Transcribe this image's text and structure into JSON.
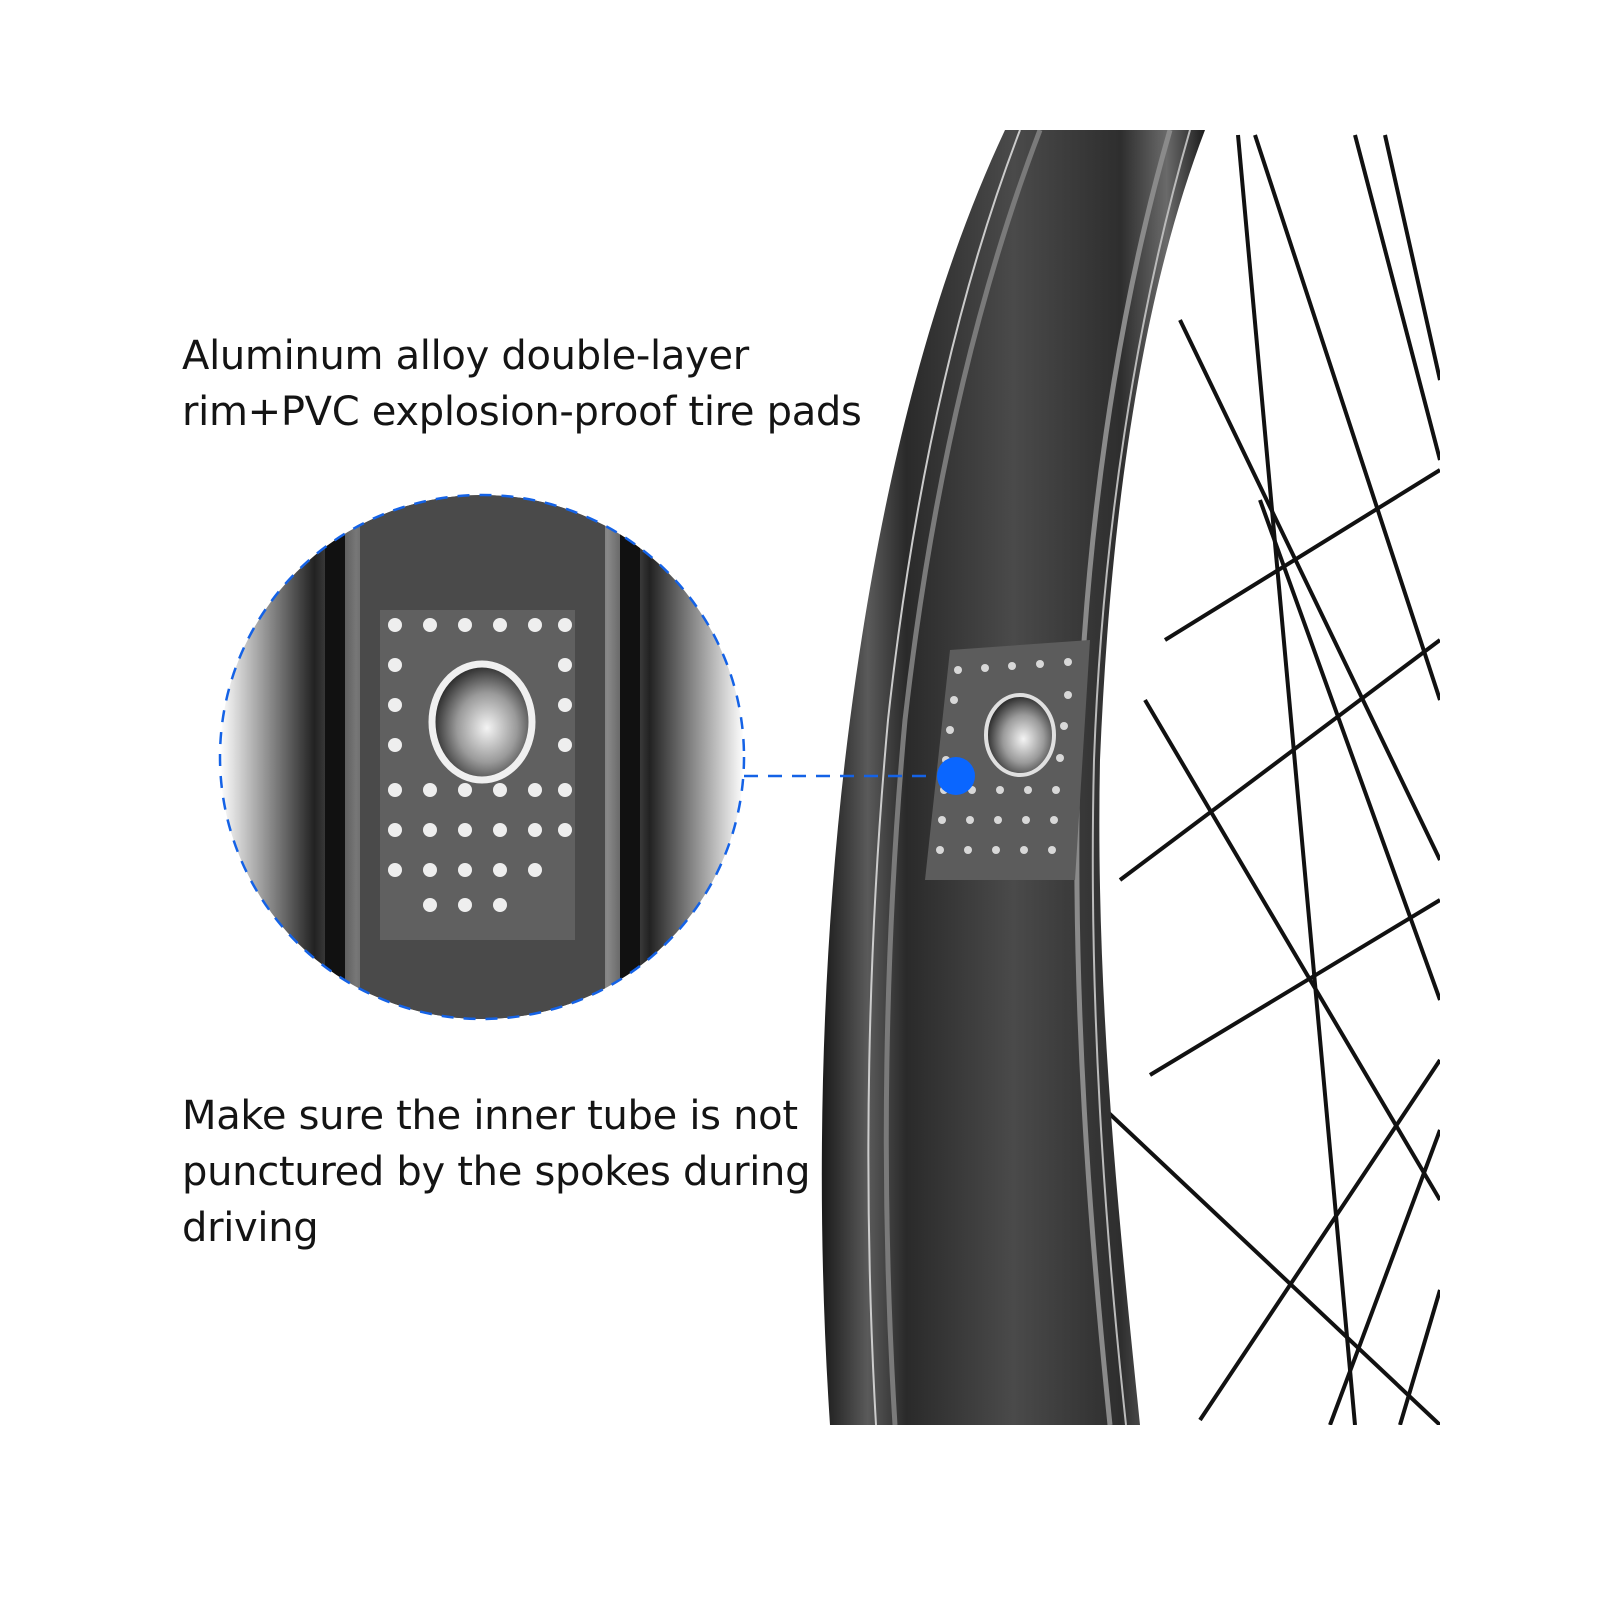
{
  "captions": {
    "top": {
      "line1": "Aluminum alloy double-layer",
      "line2": "rim+PVC explosion-proof tire pads"
    },
    "bottom": {
      "line1": "Make sure the inner tube is not",
      "line2": "punctured by the spokes during",
      "line3": "driving"
    }
  },
  "colors": {
    "accent": "#1462e6",
    "marker": "#0a66ff",
    "rim": "#3a3a3a",
    "text": "#141414"
  },
  "icons": {
    "marker": "callout-dot-icon"
  }
}
